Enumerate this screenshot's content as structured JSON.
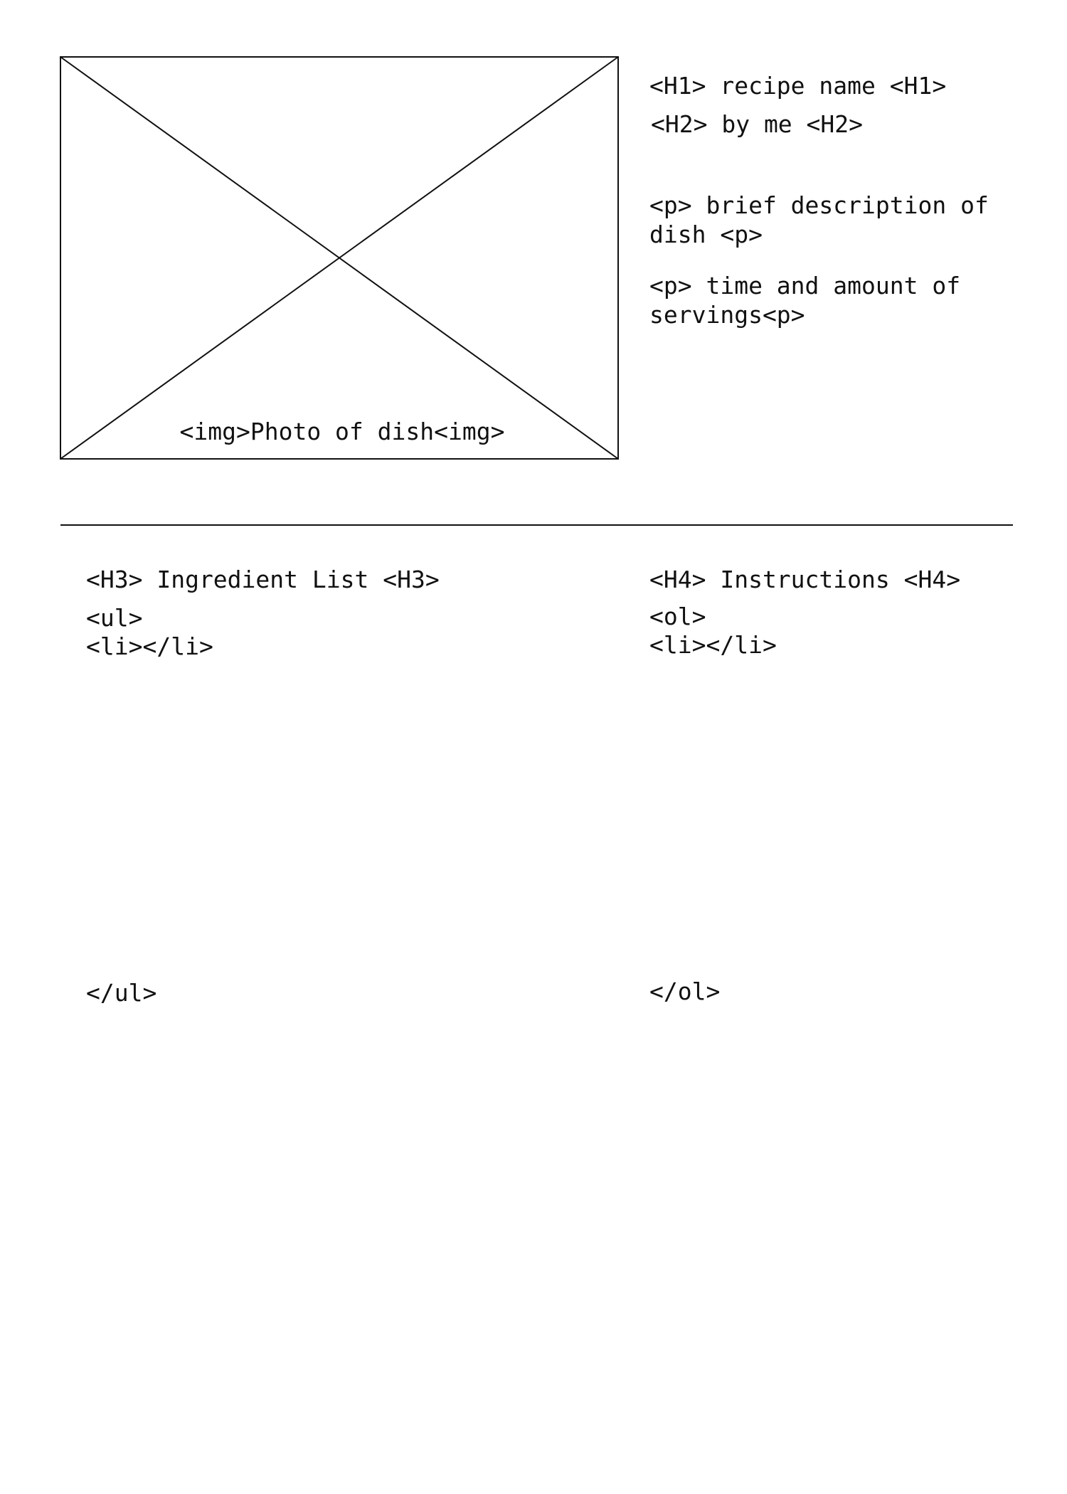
{
  "image_placeholder": {
    "label": "<img>Photo of dish<img>"
  },
  "header": {
    "h1": "<H1> recipe name <H1>",
    "h2": "<H2> by me <H2>",
    "description": [
      "<p> brief description of",
      "dish <p>"
    ],
    "servings": [
      "<p> time and amount of",
      "servings<p>"
    ]
  },
  "ingredients": {
    "heading": "<H3> Ingredient List <H3>",
    "list_open": "<ul>",
    "list_item": "<li></li>",
    "list_close": "</ul>"
  },
  "instructions": {
    "heading": "<H4> Instructions <H4>",
    "list_open": "<ol>",
    "list_item": "<li></li>",
    "list_close": "</ol>"
  }
}
